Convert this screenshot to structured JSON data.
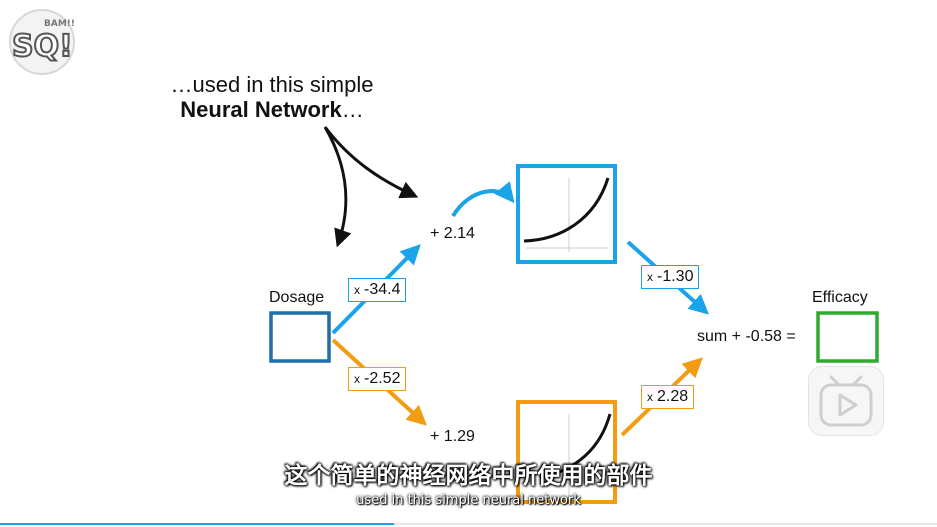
{
  "logo": {
    "text": "SQ!",
    "small_text": "BAM!!"
  },
  "caption": {
    "line1": "…used in this simple",
    "line2_bold": "Neural Network",
    "line2_rest": "…"
  },
  "nodes": {
    "input_label": "Dosage",
    "output_label": "Efficacy",
    "top_bias": "+ 2.14",
    "bottom_bias": "+ 1.29",
    "sum_label": "sum + -0.58 ="
  },
  "weights": {
    "top_in": {
      "x": "x",
      "value": "-34.4"
    },
    "bottom_in": {
      "x": "x",
      "value": "-2.52"
    },
    "top_out": {
      "x": "x",
      "value": "-1.30"
    },
    "bottom_out": {
      "x": "x",
      "value": "2.28"
    }
  },
  "subtitles": {
    "zh": "这个简单的神经网络中所使用的部件",
    "en": "used in this simple neural network"
  },
  "colors": {
    "blue": "#1aa3e8",
    "dark_blue": "#1f6ea8",
    "orange": "#f39c12",
    "green": "#2eaa2e",
    "black": "#111111"
  },
  "icons": {
    "play": "play-icon"
  },
  "progress": {
    "fraction": 0.42
  }
}
